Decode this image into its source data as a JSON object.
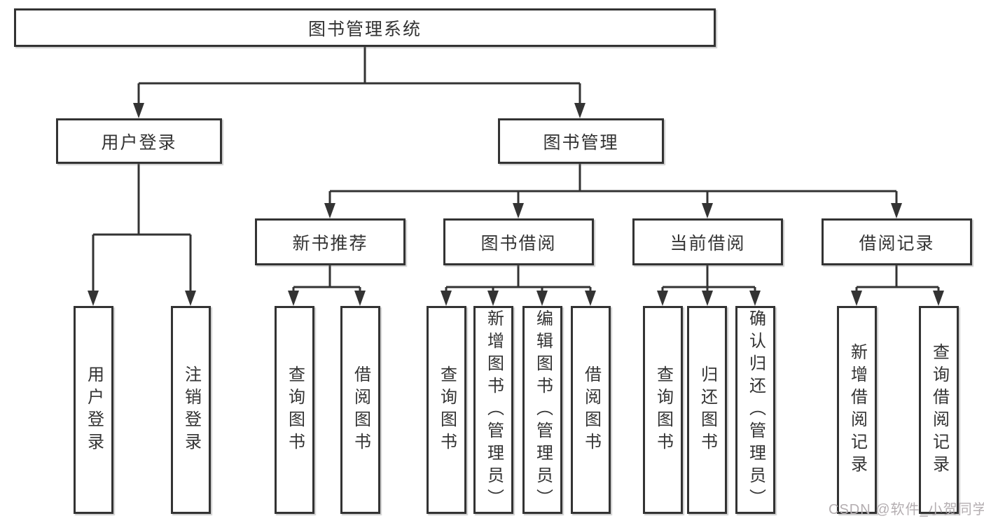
{
  "diagram": {
    "root": {
      "label": "图书管理系统"
    },
    "level2": [
      {
        "label": "用户登录",
        "parent": "图书管理系统"
      },
      {
        "label": "图书管理",
        "parent": "图书管理系统"
      }
    ],
    "level3": [
      {
        "label": "新书推荐",
        "parent": "图书管理"
      },
      {
        "label": "图书借阅",
        "parent": "图书管理"
      },
      {
        "label": "当前借阅",
        "parent": "图书管理"
      },
      {
        "label": "借阅记录",
        "parent": "图书管理"
      }
    ],
    "leaves": [
      {
        "label": "用户登录",
        "parent": "用户登录"
      },
      {
        "label": "注销登录",
        "parent": "用户登录"
      },
      {
        "label": "查询图书",
        "parent": "新书推荐"
      },
      {
        "label": "借阅图书",
        "parent": "新书推荐"
      },
      {
        "label": "查询图书",
        "parent": "图书借阅"
      },
      {
        "label": "新增图书（管理员）",
        "parent": "图书借阅"
      },
      {
        "label": "编辑图书（管理员）",
        "parent": "图书借阅"
      },
      {
        "label": "借阅图书",
        "parent": "图书借阅"
      },
      {
        "label": "查询图书",
        "parent": "当前借阅"
      },
      {
        "label": "归还图书",
        "parent": "当前借阅"
      },
      {
        "label": "确认归还（管理员）",
        "parent": "当前借阅"
      },
      {
        "label": "新增借阅记录",
        "parent": "借阅记录"
      },
      {
        "label": "查询借阅记录",
        "parent": "借阅记录"
      }
    ],
    "colors": {
      "border": "#333333",
      "line": "#333333",
      "text": "#333333",
      "background": "#ffffff"
    }
  },
  "watermark": {
    "text": "CSDN @软件_小贺同学",
    "color": "#b4aeb1"
  }
}
